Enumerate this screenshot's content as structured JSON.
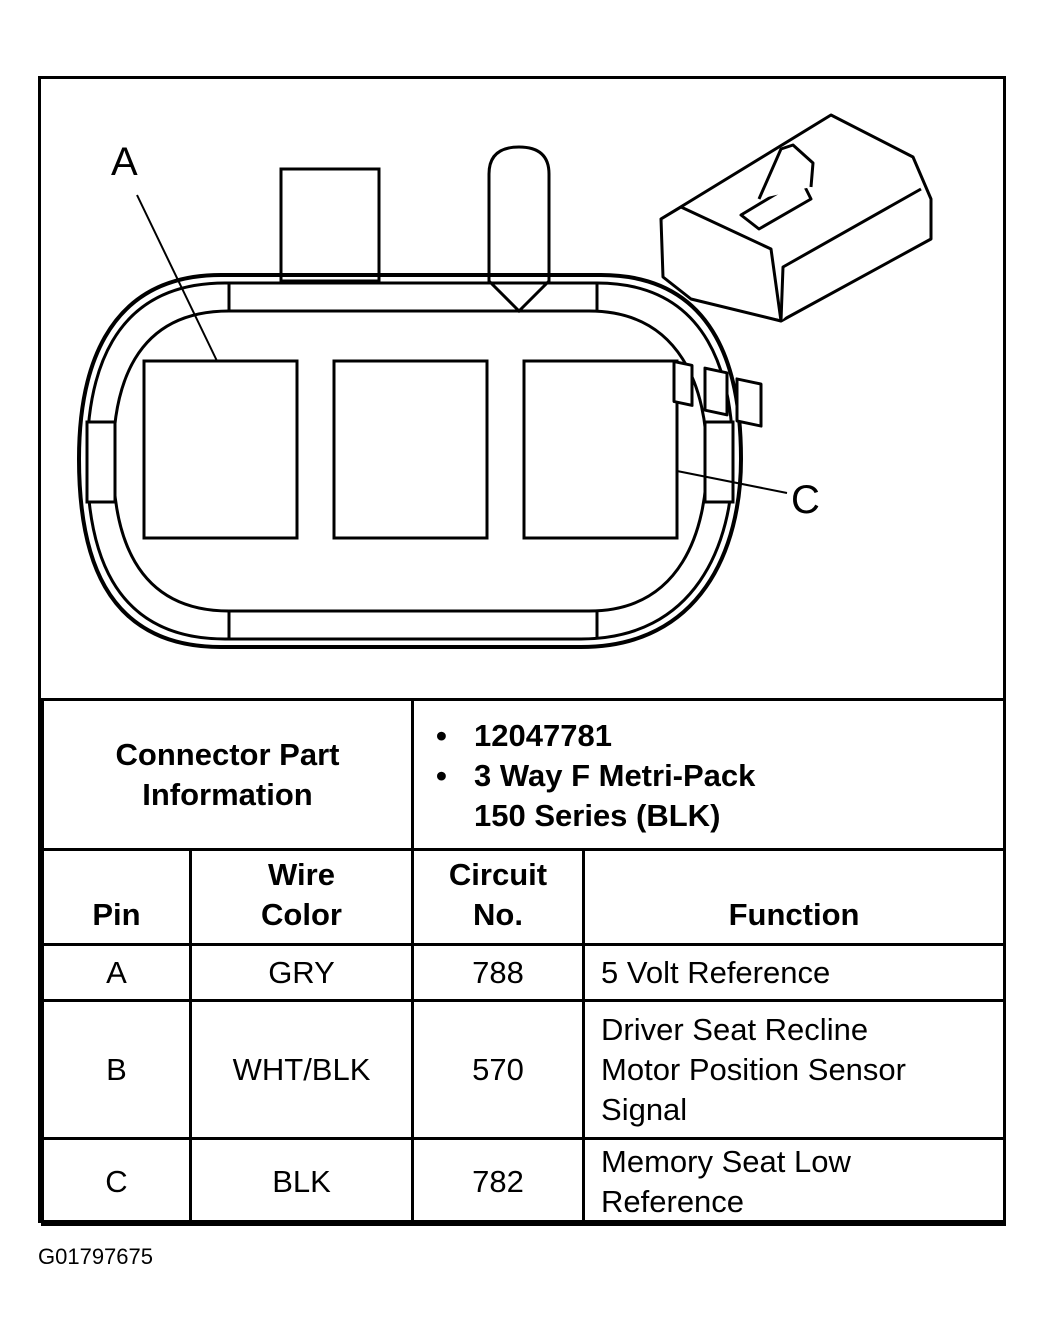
{
  "diagram": {
    "labels": [
      "A",
      "C"
    ]
  },
  "connector_info": {
    "label_line1": "Connector Part",
    "label_line2": "Information",
    "items": [
      "12047781",
      "3 Way F Metri-Pack"
    ],
    "item2_line2": "150 Series (BLK)"
  },
  "table": {
    "headers": {
      "pin": "Pin",
      "wire_color_line1": "Wire",
      "wire_color_line2": "Color",
      "circuit_line1": "Circuit",
      "circuit_line2": "No.",
      "function": "Function"
    },
    "rows": [
      {
        "pin": "A",
        "wire_color": "GRY",
        "circuit": "788",
        "function_lines": [
          "5 Volt Reference"
        ]
      },
      {
        "pin": "B",
        "wire_color": "WHT/BLK",
        "circuit": "570",
        "function_lines": [
          "Driver Seat Recline",
          "Motor Position Sensor",
          "Signal"
        ]
      },
      {
        "pin": "C",
        "wire_color": "BLK",
        "circuit": "782",
        "function_lines": [
          "Memory Seat Low",
          "Reference"
        ]
      }
    ]
  },
  "figure_id": "G01797675"
}
